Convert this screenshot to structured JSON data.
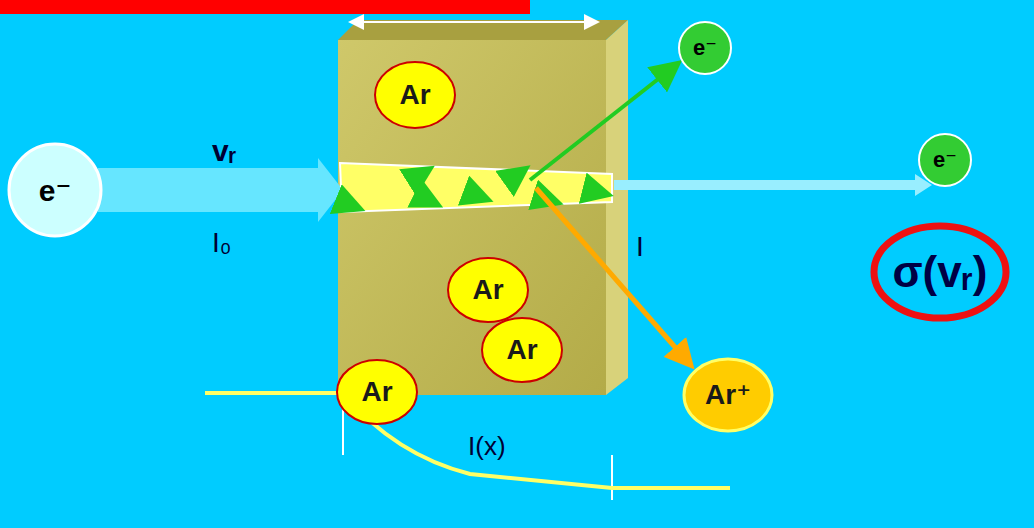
{
  "diagram": {
    "nodes": [
      {
        "text": [
          "e⁻"
        ]
      },
      {
        "text": [
          "Ar"
        ]
      },
      {
        "text": [
          "e⁻"
        ]
      },
      {
        "text": [
          "e⁻"
        ]
      },
      {
        "text": [
          "Ar"
        ]
      },
      {
        "text": [
          "σ(vᵣ)"
        ]
      },
      {
        "text": [
          "Ar"
        ]
      },
      {
        "text": [
          "Ar"
        ]
      },
      {
        "text": [
          "Ar⁺"
        ]
      }
    ],
    "labels": [
      "vᵣ",
      "I₀",
      "I",
      "I(x)"
    ]
  }
}
